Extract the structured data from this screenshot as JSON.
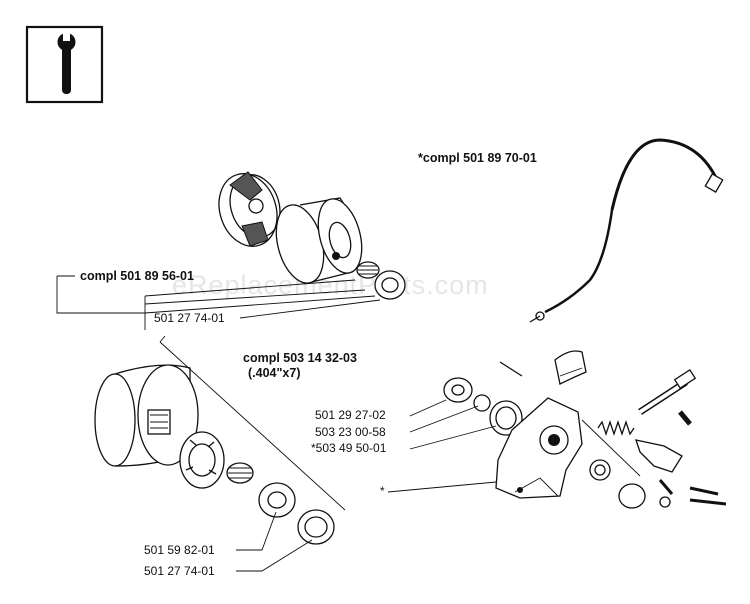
{
  "watermark": "eReplacementParts.com",
  "labels": {
    "cable_kit": "*compl 501 89 70-01",
    "clutch_kit": "compl 501 89 56-01",
    "clutch_kit_washer": "501 27 74-01",
    "drum_kit": "compl 503 14 32-03",
    "drum_kit_pitch": "(.404\"x7)",
    "pump_part_1": "501 29 27-02",
    "pump_part_2": "503 23 00-58",
    "pump_part_3": "*503 49 50-01",
    "pump_assembly_star": "*",
    "drum_part_1": "501 59 82-01",
    "drum_part_2": "501 27 74-01"
  }
}
